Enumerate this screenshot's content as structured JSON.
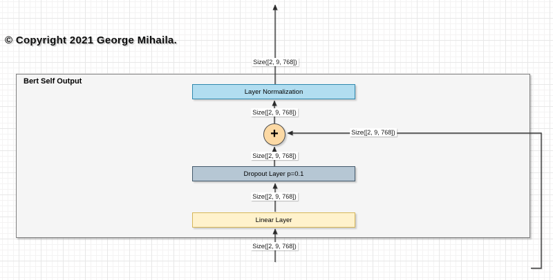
{
  "copyright": "© Copyright 2021 George Mihaila.",
  "group": {
    "title": "Bert Self Output"
  },
  "nodes": {
    "layer_norm": {
      "label": "Layer Normalization"
    },
    "add": {
      "symbol": "+"
    },
    "dropout": {
      "label": "Dropout Layer p=0.1"
    },
    "linear": {
      "label": "Linear Layer"
    }
  },
  "edges": [
    {
      "name": "layernorm-output",
      "label": "Size([2, 9, 768])"
    },
    {
      "name": "add-to-layernorm",
      "label": "Size([2, 9, 768])"
    },
    {
      "name": "residual-to-add",
      "label": "Size([2, 9, 768])"
    },
    {
      "name": "dropout-to-add",
      "label": "Size([2, 9, 768])"
    },
    {
      "name": "linear-to-dropout",
      "label": "Size([2, 9, 768])"
    },
    {
      "name": "input-to-linear",
      "label": "Size([2, 9, 768])"
    }
  ],
  "colors": {
    "layer_norm_fill": "#b1ddf0",
    "layer_norm_stroke": "#2e87ad",
    "dropout_fill": "#b6c7d4",
    "dropout_stroke": "#42586a",
    "linear_fill": "#fff2cc",
    "linear_stroke": "#d6b656",
    "add_fill": "#fcd9a4",
    "add_stroke": "#4d4d4d",
    "group_fill": "#f5f5f5",
    "group_stroke": "#7e7e7e",
    "edge_stroke": "#3b3b3b"
  }
}
